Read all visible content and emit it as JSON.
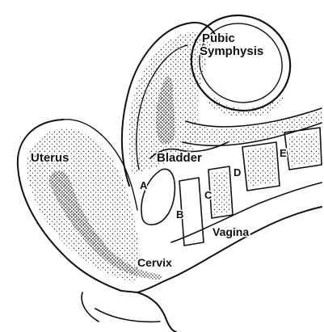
{
  "labels": {
    "pubic_symphysis_line1": "Pubic",
    "pubic_symphysis_line2": "Symphysis",
    "uterus": "Uterus",
    "bladder": "Bladder",
    "cervix": "Cervix",
    "vagina": "Vagina",
    "marker_a": "A",
    "marker_b": "B",
    "marker_c": "C",
    "marker_d": "D",
    "marker_e": "E"
  },
  "colors": {
    "ink": "#111111",
    "background": "#ffffff"
  }
}
